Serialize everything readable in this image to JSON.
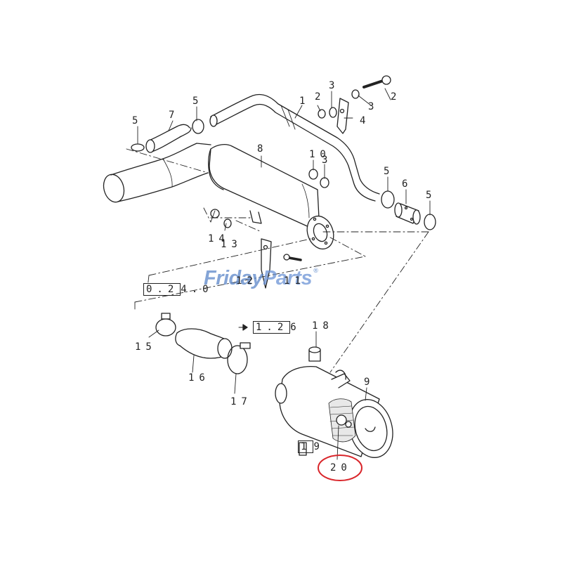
{
  "watermark": {
    "brand_a": "Friday",
    "brand_b": "Parts",
    "reg": "®"
  },
  "highlight": {
    "color": "#d9262b"
  },
  "callouts": {
    "c1": "1",
    "c2a": "2",
    "c2b": "2",
    "c3a": "3",
    "c3b": "3",
    "c3c": "3",
    "c4": "4",
    "c5a": "5",
    "c5b": "5",
    "c5c": "5",
    "c5d": "5",
    "c6": "6",
    "c7": "7",
    "c8": "8",
    "c9": "9",
    "c10": "10",
    "c14": "14",
    "c13": "13",
    "c12": "12",
    "c11": "11",
    "c18": "18",
    "c15": "15",
    "c16": "16",
    "c17": "17",
    "c20": "20"
  },
  "refs": {
    "r1": "0.2",
    "r1_tail": "4.0",
    "r2": "1.2",
    "r2_tail": "6",
    "r3": "1",
    "r3_tail": "9"
  }
}
